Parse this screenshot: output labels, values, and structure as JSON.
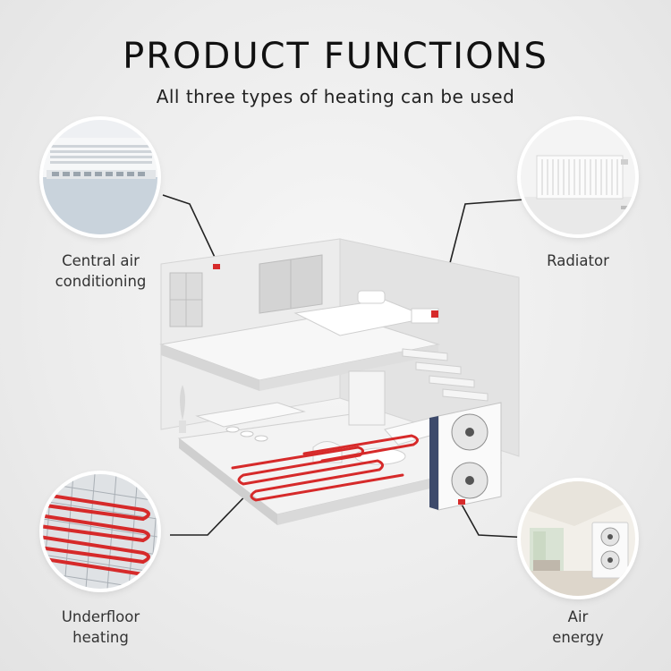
{
  "header": {
    "title": "PRODUCT FUNCTIONS",
    "subtitle": "All three types of heating can be used"
  },
  "features": {
    "central_air": {
      "line1": "Central air",
      "line2": "conditioning"
    },
    "radiator": {
      "line1": "Radiator"
    },
    "underfloor": {
      "line1": "Underfloor",
      "line2": "heating"
    },
    "air_energy": {
      "line1": "Air",
      "line2": "energy"
    }
  },
  "colors": {
    "accent": "#d62a2a",
    "leader_line": "#222222",
    "background": "#ececec"
  }
}
